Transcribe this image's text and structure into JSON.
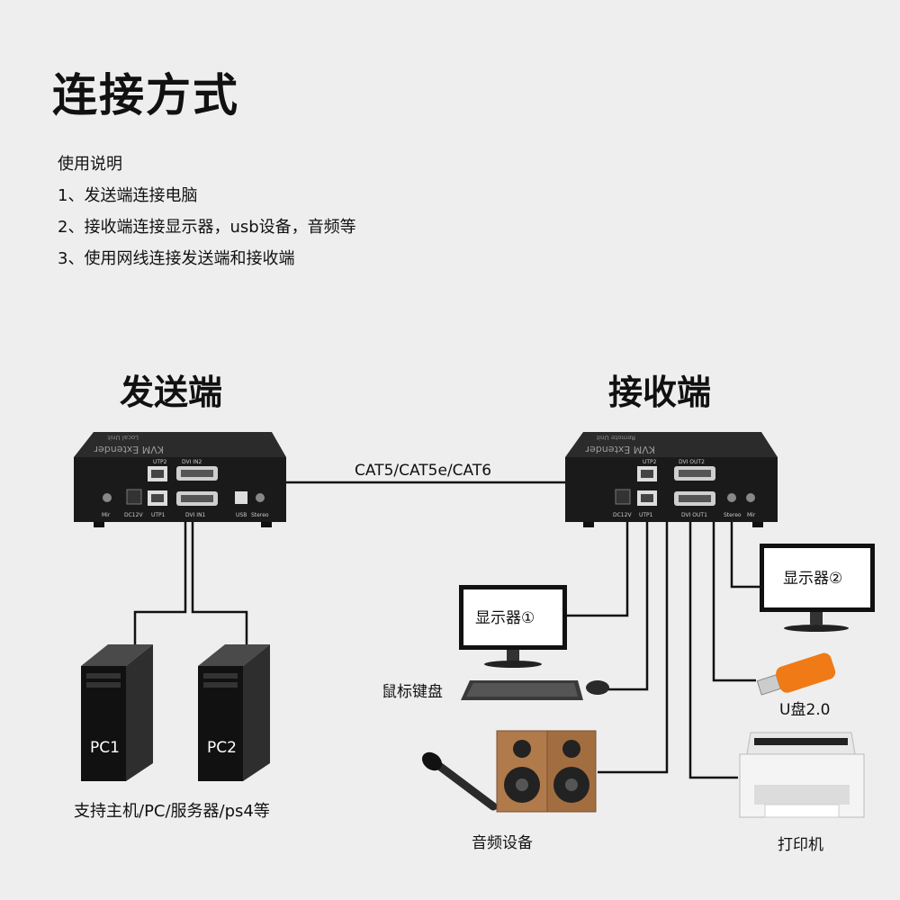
{
  "title": "连接方式",
  "instructions": {
    "heading": "使用说明",
    "steps": [
      "1、发送端连接电脑",
      "2、接收端连接显示器，usb设备，音频等",
      "3、使用网线连接发送端和接收端"
    ]
  },
  "sender": {
    "label": "发送端",
    "device_name": "KVM Extender",
    "device_subtitle": "Local Unit",
    "ports_top": [
      "UTP2",
      "DVI IN2"
    ],
    "ports_bottom": [
      "Mir",
      "DC12V",
      "UTP1",
      "DVI IN1",
      "USB",
      "Stereo"
    ]
  },
  "receiver": {
    "label": "接收端",
    "device_name": "KVM Extender",
    "device_subtitle": "Remote Unit",
    "ports_top": [
      "UTP2",
      "DVI OUT2"
    ],
    "ports_bottom": [
      "DC12V",
      "UTP1",
      "DVI OUT1",
      "Stereo",
      "Mir"
    ]
  },
  "cable_label": "CAT5/CAT5e/CAT6",
  "pcs": [
    "PC1",
    "PC2"
  ],
  "pc_caption": "支持主机/PC/服务器/ps4等",
  "monitor1": "显示器①",
  "monitor2": "显示器②",
  "keyboard_mouse": "鼠标键盘",
  "usb_drive": "U盘2.0",
  "audio": "音频设备",
  "printer": "打印机"
}
